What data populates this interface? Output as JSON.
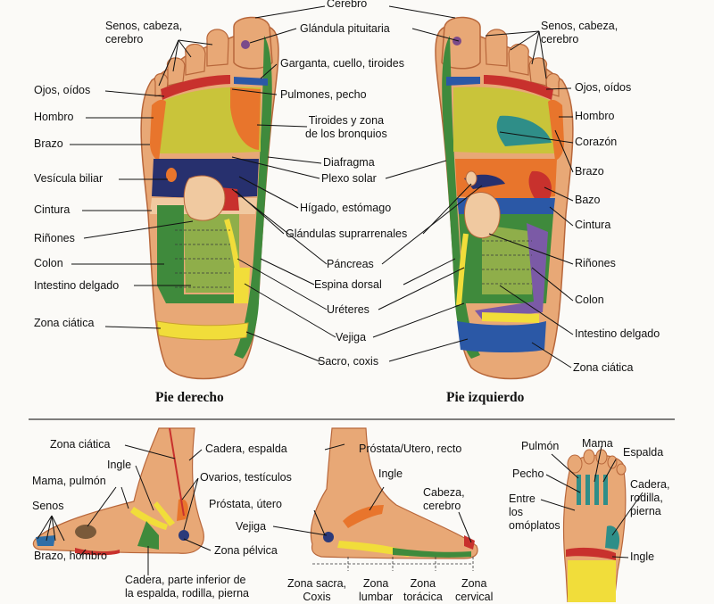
{
  "titles": {
    "right_foot": "Pie derecho",
    "left_foot": "Pie izquierdo"
  },
  "right_foot_left_labels": [
    "Senos, cabeza,\ncerebro",
    "Ojos, oídos",
    "Hombro",
    "Brazo",
    "Vesícula biliar",
    "Cintura",
    "Riñones",
    "Colon",
    "Intestino delgado",
    "Zona ciática"
  ],
  "center_labels": [
    "Cerebro",
    "Glándula pituitaria",
    "Garganta, cuello, tiroides",
    "Pulmones, pecho",
    "Tiroides y zona\nde los bronquios",
    "Diafragma",
    "Plexo solar",
    "Hígado, estómago",
    "Glándulas suprarrenales",
    "Páncreas",
    "Espina dorsal",
    "Uréteres",
    "Vejiga",
    "Sacro, coxis"
  ],
  "left_foot_right_labels": [
    "Senos, cabeza,\ncerebro",
    "Ojos, oídos",
    "Hombro",
    "Corazón",
    "Brazo",
    "Bazo",
    "Cintura",
    "Riñones",
    "Colon",
    "Intestino delgado",
    "Zona ciática"
  ],
  "side_view_1_labels": [
    "Zona ciática",
    "Ingle",
    "Cadera, espalda",
    "Mama, pulmón",
    "Ovarios, testículos",
    "Senos",
    "Próstata, útero",
    "Vejiga",
    "Zona pélvica",
    "Brazo, hombro",
    "Cadera, parte inferior de\nla espalda, rodilla, pierna"
  ],
  "side_view_2_labels": [
    "Próstata/Utero, recto",
    "Ingle",
    "Cabeza,\ncerebro",
    "Zona sacra,\nCoxis",
    "Zona\nlumbar",
    "Zona\ntorácica",
    "Zona\ncervical"
  ],
  "top_view_labels": [
    "Pulmón",
    "Mama",
    "Espalda",
    "Pecho",
    "Cadera,\nrodilla,\npierna",
    "Entre\nlos\nomóplatos",
    "Ingle"
  ],
  "colors": {
    "skin": "#e8a876",
    "skin_dark": "#c9784a",
    "green": "#3f8a3c",
    "yellow_green": "#c9c43a",
    "yellow": "#f1dd3a",
    "red": "#c8312d",
    "orange": "#e8752c",
    "purple": "#7b5aa6",
    "blue": "#2b58a6",
    "navy": "#27306e",
    "teal": "#2f8e88",
    "pale": "#f0c9a0"
  }
}
